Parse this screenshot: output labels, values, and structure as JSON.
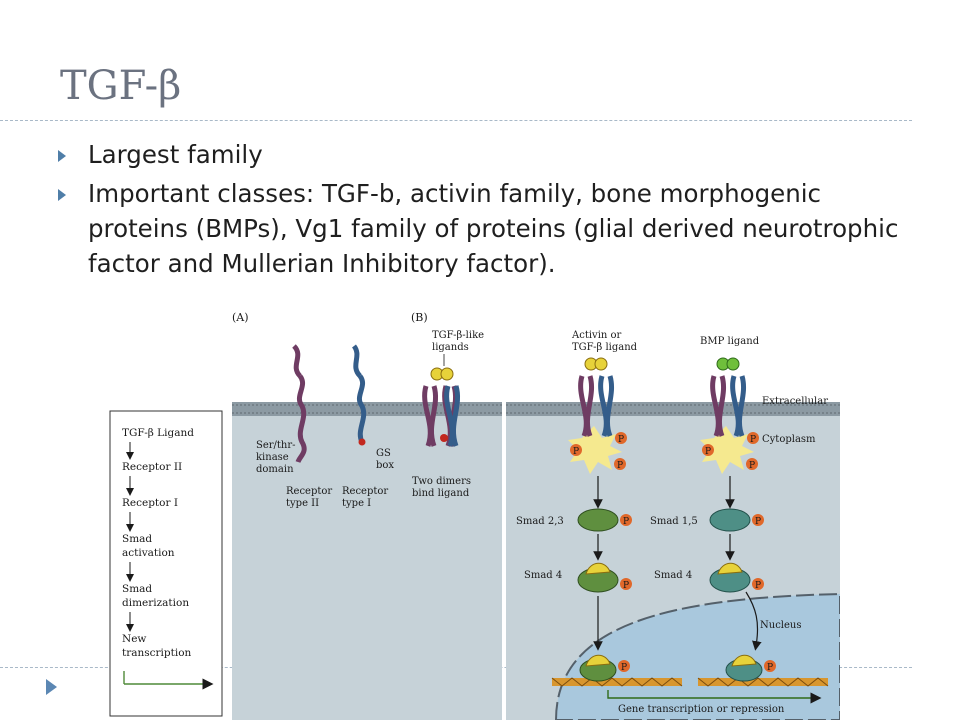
{
  "slide": {
    "title": "TGF-β",
    "bullets": [
      "Largest family",
      "Important classes: TGF-b, activin family, bone morphogenic proteins (BMPs), Vg1  family of proteins (glial derived neurotrophic factor and Mullerian Inhibitory factor)."
    ]
  },
  "figure": {
    "panel_a_label": "(A)",
    "panel_b_label": "(B)",
    "flow": [
      "TGF-β Ligand",
      "Receptor II",
      "Receptor I",
      "Smad",
      "activation",
      "Smad",
      "dimerization",
      "New",
      "transcription"
    ],
    "labels": {
      "tgf_like_1": "TGF-β-like",
      "tgf_like_2": "ligands",
      "activin_1": "Activin or",
      "activin_2": "TGF-β ligand",
      "bmp": "BMP ligand",
      "extracellular": "Extracellular",
      "cytoplasm": "Cytoplasm",
      "kinase_1": "Ser/thr-",
      "kinase_2": "kinase",
      "kinase_3": "domain",
      "gs_1": "GS",
      "gs_2": "box",
      "two_dimers_1": "Two dimers",
      "two_dimers_2": "bind ligand",
      "rec2_1": "Receptor",
      "rec2_2": "type II",
      "rec1_1": "Receptor",
      "rec1_2": "type I",
      "smad23": "Smad 2,3",
      "smad15": "Smad 1,5",
      "smad4_a": "Smad 4",
      "smad4_b": "Smad 4",
      "nucleus": "Nucleus",
      "gene": "Gene transcription or repression",
      "p": "P"
    },
    "colors": {
      "cell_bg": "#c6d2d8",
      "membrane": "#8c9aa3",
      "purple": "#6f3c63",
      "blue": "#345d8a",
      "green": "#5f8f3f",
      "teal": "#4e8f86",
      "yellow": "#e7d23a",
      "phosphate": "#e0682a",
      "nucleus_bg": "#a9c8dd"
    }
  }
}
